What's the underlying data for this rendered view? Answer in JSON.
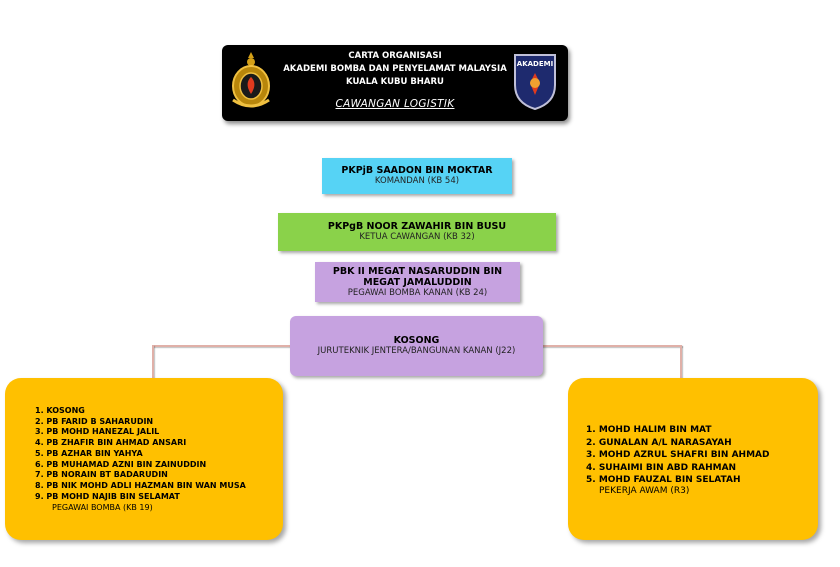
{
  "header": {
    "title_line1": "CARTA ORGANISASI",
    "title_line2": "AKADEMI BOMBA DAN PENYELAMAT MALAYSIA",
    "title_line3": "KUALA KUBU BHARU",
    "subtitle": "CAWANGAN  LOGISTIK",
    "logo_right_text": "AKADEMI",
    "logo_left_icon": "bomba-crest-icon",
    "logo_right_icon": "akademi-shield-icon"
  },
  "komandan": {
    "name": "PKPjB  SAADON BIN MOKTAR",
    "role": "KOMANDAN (KB 54)",
    "color": "#56d3f5"
  },
  "ketua": {
    "name": "PKPgB NOOR ZAWAHIR BIN BUSU",
    "role": "KETUA CAWANGAN (KB 32)",
    "color": "#8ad24a"
  },
  "pegawai": {
    "name_line1": "PBK II MEGAT NASARUDDIN BIN",
    "name_line2": "MEGAT JAMALUDDIN",
    "role": "PEGAWAI BOMBA KANAN (KB 24)",
    "color": "#c6a2e0"
  },
  "jurutek": {
    "name": "KOSONG",
    "role": "JURUTEKNIK JENTERA/BANGUNAN KANAN (J22)",
    "color": "#c6a2e0"
  },
  "left_group": {
    "items": [
      "1. KOSONG",
      "2. PB FARID B SAHARUDIN",
      "3. PB MOHD HANEZAL JALIL",
      "4. PB ZHAFIR BIN AHMAD ANSARI",
      "5. PB AZHAR BIN YAHYA",
      "6. PB MUHAMAD AZNI BIN ZAINUDDIN",
      "7. PB NORAIN BT BADARUDIN",
      "8. PB NIK MOHD ADLI HAZMAN BIN WAN MUSA",
      "9. PB MOHD NAJIB BIN SELAMAT"
    ],
    "footer": "PEGAWAI BOMBA (KB 19)",
    "color": "#ffc000"
  },
  "right_group": {
    "items": [
      "1. MOHD HALIM BIN MAT",
      "2. GUNALAN A/L NARASAYAH",
      "3. MOHD AZRUL SHAFRI BIN AHMAD",
      "4. SUHAIMI BIN ABD RAHMAN",
      "5. MOHD FAUZAL BIN SELATAH"
    ],
    "footer": "PEKERJA AWAM (R3)",
    "color": "#ffc000"
  }
}
